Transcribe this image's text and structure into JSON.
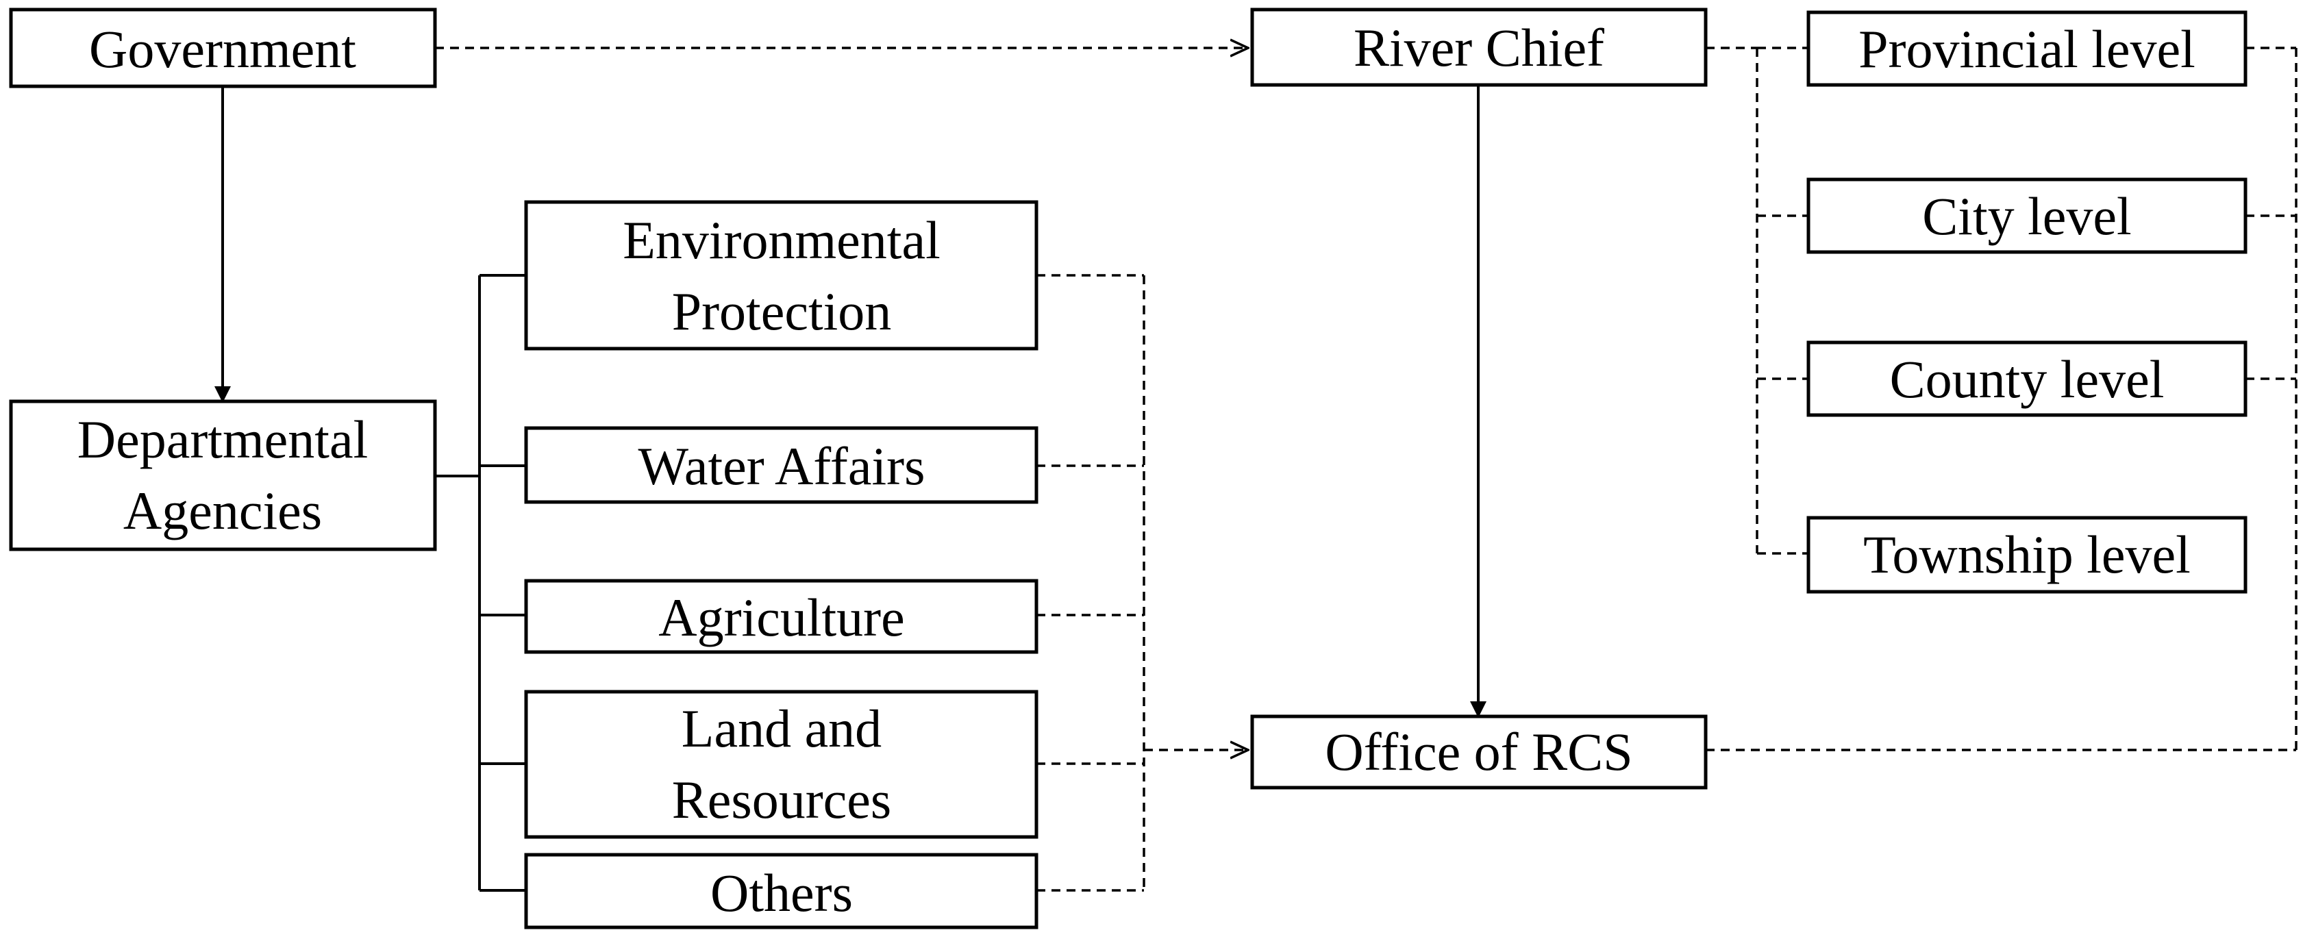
{
  "nodes": {
    "government": {
      "lines": [
        "Government"
      ]
    },
    "departmental_agencies": {
      "lines": [
        "Departmental",
        "Agencies"
      ]
    },
    "environmental_protection": {
      "lines": [
        "Environmental",
        "Protection"
      ]
    },
    "water_affairs": {
      "lines": [
        "Water Affairs"
      ]
    },
    "agriculture": {
      "lines": [
        "Agriculture"
      ]
    },
    "land_and_resources": {
      "lines": [
        "Land and",
        "Resources"
      ]
    },
    "others": {
      "lines": [
        "Others"
      ]
    },
    "river_chief": {
      "lines": [
        "River Chief"
      ]
    },
    "office_of_rcs": {
      "lines": [
        "Office of RCS"
      ]
    },
    "provincial_level": {
      "lines": [
        "Provincial level"
      ]
    },
    "city_level": {
      "lines": [
        "City level"
      ]
    },
    "county_level": {
      "lines": [
        "County level"
      ]
    },
    "township_level": {
      "lines": [
        "Township level"
      ]
    }
  },
  "edges": [
    {
      "from": "Government",
      "to": "Departmental Agencies",
      "style": "solid",
      "arrow": "filled"
    },
    {
      "from": "Government",
      "to": "River Chief",
      "style": "dashed",
      "arrow": "open"
    },
    {
      "from": "River Chief",
      "to": "Office of RCS",
      "style": "solid",
      "arrow": "filled"
    },
    {
      "from": "Departmental Agencies",
      "to": [
        "Environmental Protection",
        "Water Affairs",
        "Agriculture",
        "Land and Resources",
        "Others"
      ],
      "style": "solid",
      "arrow": "none"
    },
    {
      "from": [
        "Environmental Protection",
        "Water Affairs",
        "Agriculture",
        "Land and Resources",
        "Others"
      ],
      "to": "Office of RCS",
      "style": "dashed",
      "arrow": "open"
    },
    {
      "from": "River Chief",
      "to": [
        "Provincial level",
        "City level",
        "County level",
        "Township level"
      ],
      "style": "dashed",
      "arrow": "none"
    },
    {
      "from": [
        "Provincial level",
        "City level",
        "County level"
      ],
      "to": "Office of RCS",
      "style": "dashed",
      "arrow": "none"
    }
  ]
}
